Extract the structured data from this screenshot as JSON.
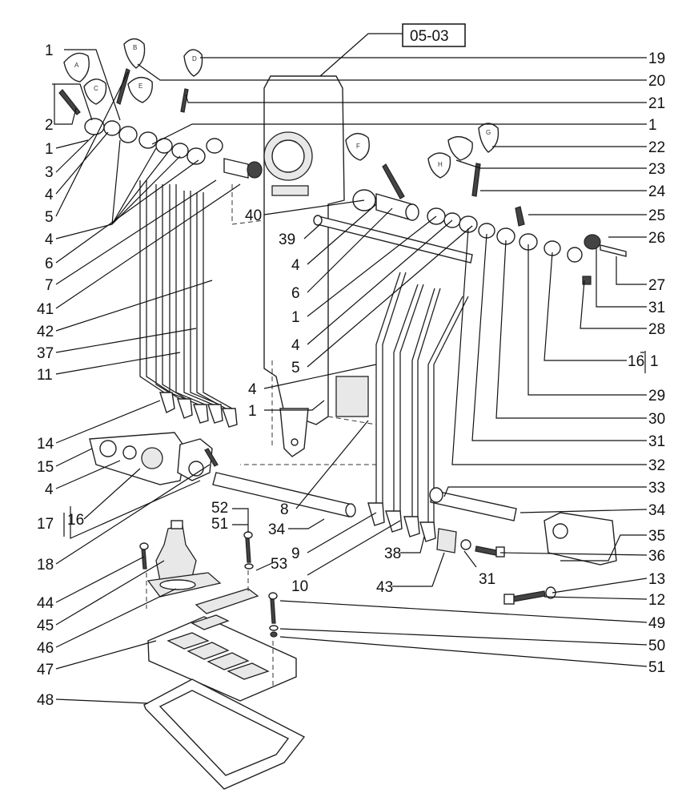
{
  "ref_box": "05-03",
  "left_labels": {
    "l1a": "1",
    "l2": "2",
    "l1b": "1",
    "l3": "3",
    "l4a": "4",
    "l5": "5",
    "l4b": "4",
    "l6": "6",
    "l7": "7",
    "l41": "41",
    "l42": "42",
    "l37": "37",
    "l11": "11",
    "l14": "14",
    "l15": "15",
    "l4c": "4",
    "l17": "17",
    "l16": "16",
    "l18": "18",
    "l44": "44",
    "l45": "45",
    "l46": "46",
    "l47": "47",
    "l48": "48"
  },
  "right_labels": {
    "r19": "19",
    "r20": "20",
    "r21": "21",
    "r1a": "1",
    "r22": "22",
    "r23": "23",
    "r24": "24",
    "r25": "25",
    "r26": "26",
    "r27": "27",
    "r31a": "31",
    "r28": "28",
    "r16": "16",
    "r1b": "1",
    "r29": "29",
    "r30": "30",
    "r31b": "31",
    "r32": "32",
    "r33": "33",
    "r34": "34",
    "r35": "35",
    "r36": "36",
    "r13": "13",
    "r12": "12",
    "r49": "49",
    "r50": "50",
    "r51": "51"
  },
  "center_labels": {
    "c40": "40",
    "c39": "39",
    "c4a": "4",
    "c6": "6",
    "c1a": "1",
    "c4b": "4",
    "c5": "5",
    "c4c": "4",
    "c1b": "1",
    "c8": "8",
    "c34": "34",
    "c52": "52",
    "c51": "51",
    "c53": "53",
    "c9": "9",
    "c10": "10",
    "c38": "38",
    "c43": "43",
    "c31": "31"
  },
  "knob_letters": [
    "A",
    "B",
    "C",
    "D",
    "E",
    "F",
    "G",
    "H"
  ]
}
